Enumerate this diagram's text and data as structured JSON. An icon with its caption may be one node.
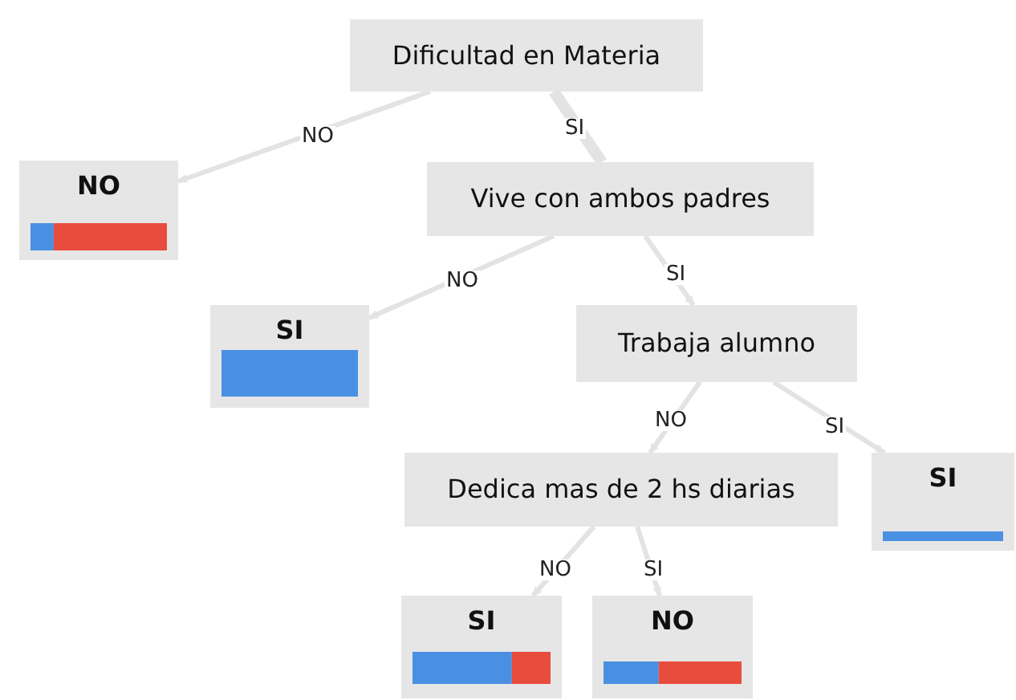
{
  "diagram": {
    "nodes": [
      {
        "text": [
          "Dificultad en Materia"
        ]
      },
      {
        "text": [
          "NO"
        ]
      },
      {
        "text": [
          "Vive con ambos padres"
        ]
      },
      {
        "text": [
          "SI"
        ]
      },
      {
        "text": [
          "Trabaja alumno"
        ]
      },
      {
        "text": [
          "Dedica mas de 2 hs diarias"
        ]
      },
      {
        "text": [
          "SI"
        ]
      },
      {
        "text": [
          "SI"
        ]
      },
      {
        "text": [
          "NO"
        ]
      }
    ],
    "edges": [
      {
        "from": 0,
        "to": 1,
        "arrow": "to",
        "label": "NO"
      },
      {
        "from": 0,
        "to": 2,
        "arrow": "to",
        "label": "SI",
        "style": "thick"
      },
      {
        "from": 2,
        "to": 3,
        "arrow": "to",
        "label": "NO"
      },
      {
        "from": 2,
        "to": 4,
        "arrow": "to",
        "label": "SI"
      },
      {
        "from": 4,
        "to": 5,
        "arrow": "to",
        "label": "NO"
      },
      {
        "from": 4,
        "to": 6,
        "arrow": "to",
        "label": "SI"
      },
      {
        "from": 5,
        "to": 7,
        "arrow": "to",
        "label": "NO"
      },
      {
        "from": 5,
        "to": 8,
        "arrow": "to",
        "label": "SI"
      }
    ]
  }
}
